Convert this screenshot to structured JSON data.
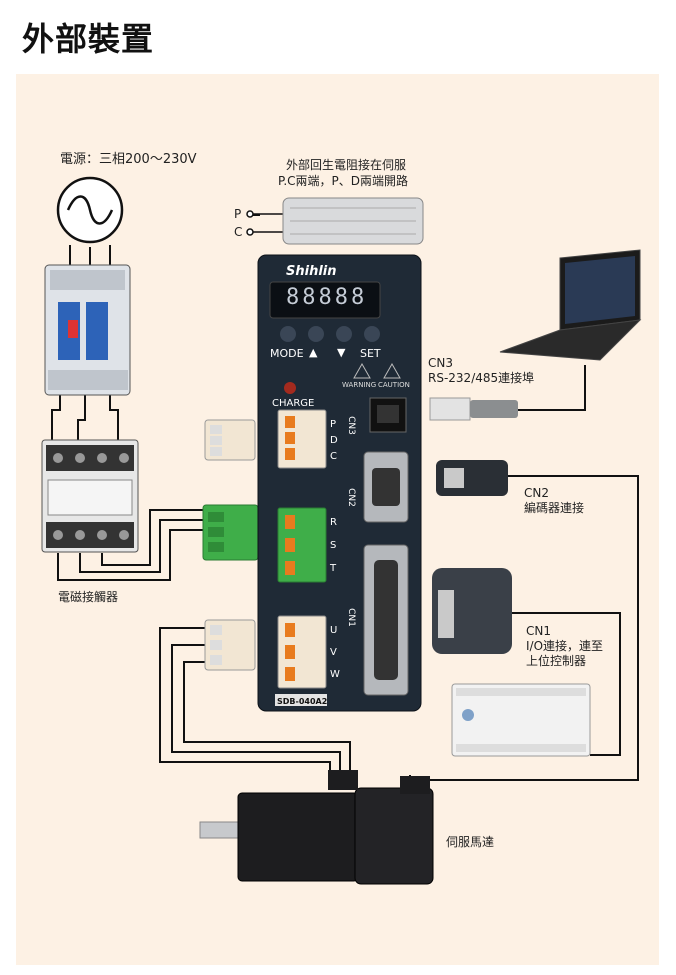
{
  "title": "外部裝置",
  "labels": {
    "power": "電源：三相200～230V",
    "resistor_line1": "外部回生電阻接在伺服",
    "resistor_line2": "P.C兩端，P、D兩端開路",
    "p": "P",
    "c": "C",
    "brand": "Shihlin",
    "display": "88888",
    "btn_mode": "MODE",
    "btn_up": "▲",
    "btn_down": "▼",
    "btn_set": "SET",
    "warning": "WARNING",
    "caution": "CAUTION",
    "charge": "CHARGE",
    "cn3_port": "CN3",
    "cn2_port": "CN2",
    "cn1_port": "CN1",
    "term_p": "P",
    "term_d": "D",
    "term_c": "C",
    "term_r": "R",
    "term_s": "S",
    "term_t": "T",
    "term_u": "U",
    "term_v": "V",
    "term_w": "W",
    "model": "SDB-040A2",
    "cn3_line1": "CN3",
    "cn3_line2": "RS-232/485連接埠",
    "cn2_line1": "CN2",
    "cn2_line2": "編碼器連接",
    "cn1_line1": "CN1",
    "cn1_line2": "I/O連接，連至",
    "cn1_line3": "上位控制器",
    "contactor": "電磁接觸器",
    "motor": "伺服馬達"
  },
  "colors": {
    "panel_bg": "#fdf1e4",
    "drive_body": "#1f2a36",
    "terminal_green": "#3fae49",
    "terminal_orange": "#e87b1e",
    "wire": "#111111"
  }
}
